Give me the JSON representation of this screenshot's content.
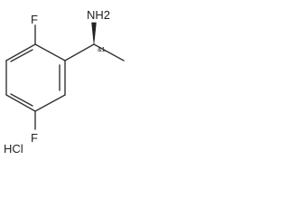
{
  "molecule": {
    "atoms": {
      "amine": "NH2",
      "fluorine_top": "F",
      "fluorine_bottom": "F"
    },
    "stereo_label": "&1",
    "salt": "HCl"
  }
}
